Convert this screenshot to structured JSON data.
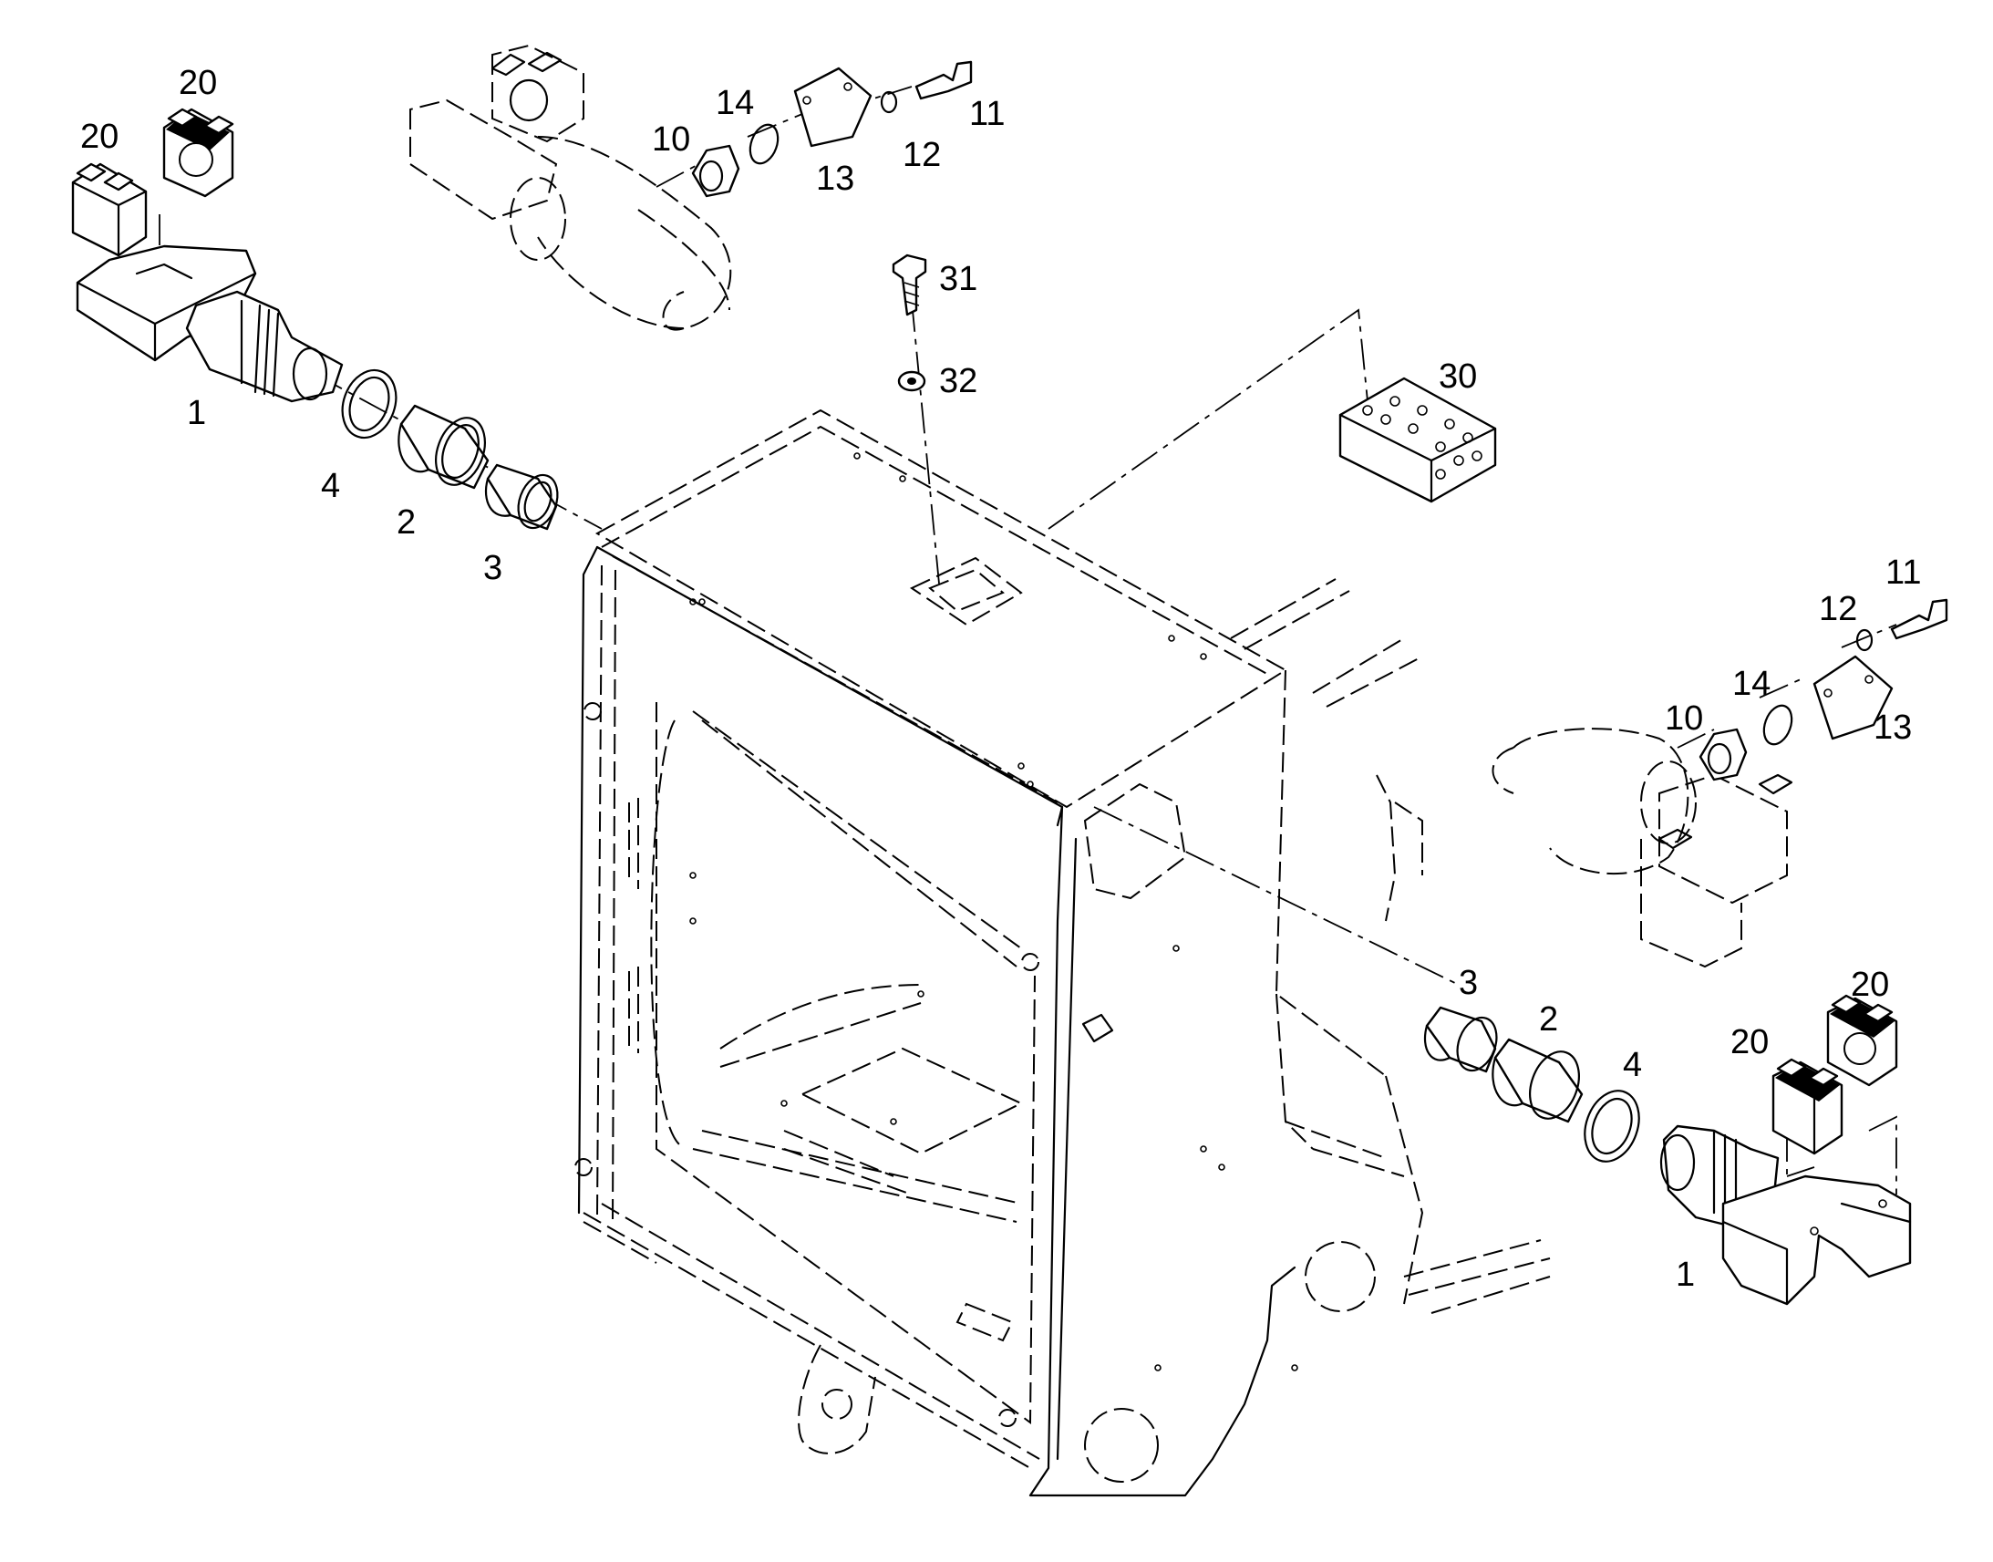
{
  "callouts": [
    {
      "id": "c20a",
      "text": "20"
    },
    {
      "id": "c20b",
      "text": "20"
    },
    {
      "id": "c1a",
      "text": "1"
    },
    {
      "id": "c4a",
      "text": "4"
    },
    {
      "id": "c2a",
      "text": "2"
    },
    {
      "id": "c3a",
      "text": "3"
    },
    {
      "id": "c10a",
      "text": "10"
    },
    {
      "id": "c14a",
      "text": "14"
    },
    {
      "id": "c13a",
      "text": "13"
    },
    {
      "id": "c12a",
      "text": "12"
    },
    {
      "id": "c11a",
      "text": "11"
    },
    {
      "id": "c31",
      "text": "31"
    },
    {
      "id": "c32",
      "text": "32"
    },
    {
      "id": "c30",
      "text": "30"
    },
    {
      "id": "c11b",
      "text": "11"
    },
    {
      "id": "c12b",
      "text": "12"
    },
    {
      "id": "c14b",
      "text": "14"
    },
    {
      "id": "c10b",
      "text": "10"
    },
    {
      "id": "c13b",
      "text": "13"
    },
    {
      "id": "c3b",
      "text": "3"
    },
    {
      "id": "c2b",
      "text": "2"
    },
    {
      "id": "c4b",
      "text": "4"
    },
    {
      "id": "c20c",
      "text": "20"
    },
    {
      "id": "c20d",
      "text": "20"
    },
    {
      "id": "c1b",
      "text": "1"
    }
  ]
}
